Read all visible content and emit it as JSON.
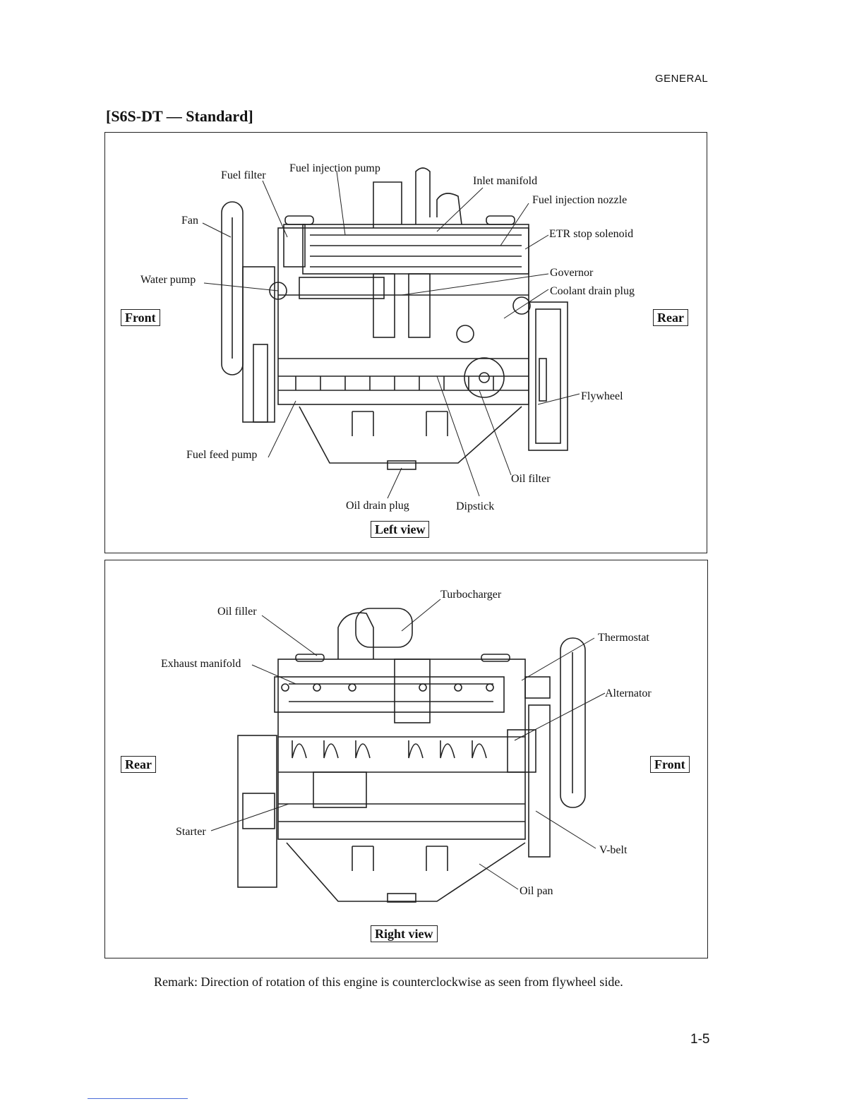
{
  "header": {
    "section": "GENERAL"
  },
  "title": "[S6S-DT — Standard]",
  "left_view": {
    "view_label": "Left view",
    "side_labels": {
      "front": "Front",
      "rear": "Rear"
    },
    "callouts": {
      "fuel_filter": "Fuel filter",
      "fuel_injection_pump": "Fuel injection pump",
      "inlet_manifold": "Inlet manifold",
      "fuel_injection_nozzle": "Fuel injection nozzle",
      "fan": "Fan",
      "etr_stop_solenoid": "ETR stop solenoid",
      "water_pump": "Water pump",
      "governor": "Governor",
      "coolant_drain_plug": "Coolant drain plug",
      "flywheel": "Flywheel",
      "fuel_feed_pump": "Fuel feed pump",
      "oil_filter": "Oil filter",
      "oil_drain_plug": "Oil drain plug",
      "dipstick": "Dipstick"
    }
  },
  "right_view": {
    "view_label": "Right view",
    "side_labels": {
      "rear": "Rear",
      "front": "Front"
    },
    "callouts": {
      "turbocharger": "Turbocharger",
      "oil_filler": "Oil filler",
      "thermostat": "Thermostat",
      "exhaust_manifold": "Exhaust manifold",
      "alternator": "Alternator",
      "starter": "Starter",
      "v_belt": "V-belt",
      "oil_pan": "Oil pan"
    }
  },
  "remark": "Remark: Direction of rotation of this engine is counterclockwise as seen from flywheel side.",
  "page_number": "1-5"
}
